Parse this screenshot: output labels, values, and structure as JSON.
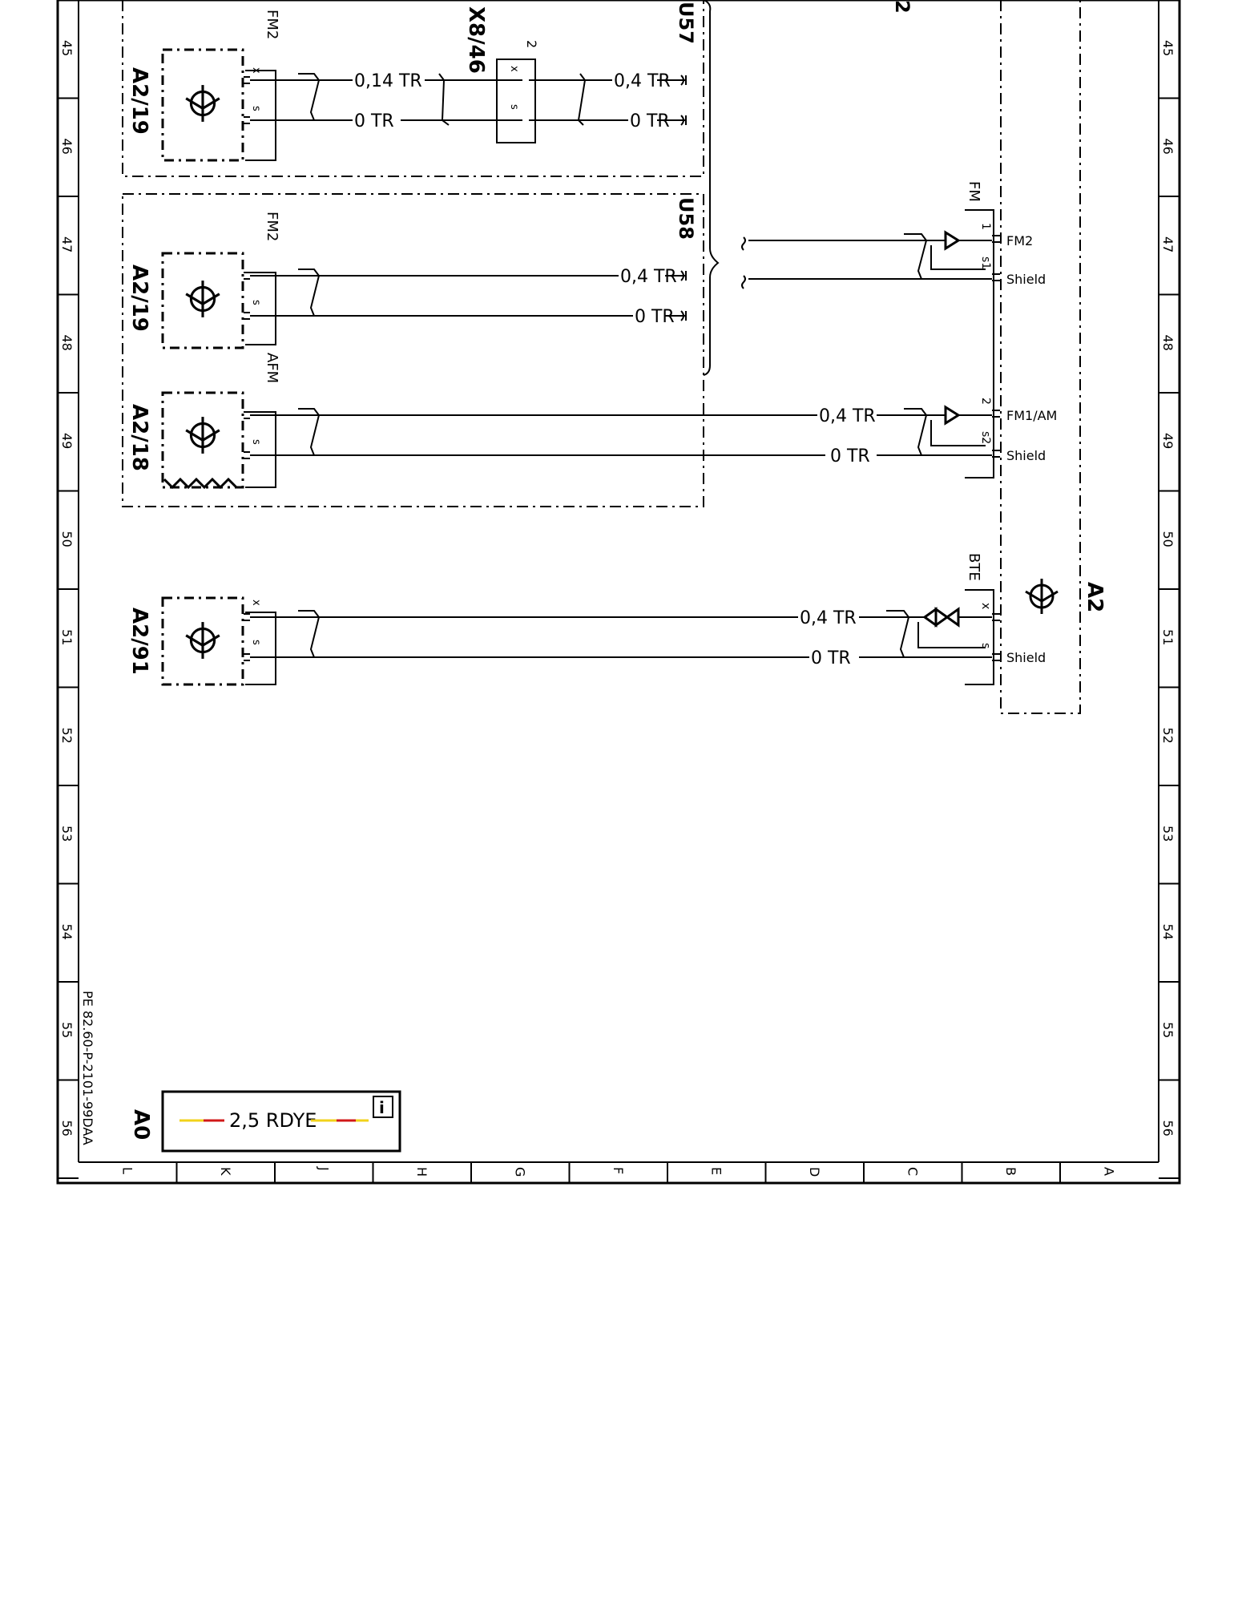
{
  "frame": {
    "row_numbers": [
      "45",
      "46",
      "47",
      "48",
      "49",
      "50",
      "51",
      "52",
      "53",
      "54",
      "55",
      "56"
    ],
    "column_letters": [
      "L",
      "K",
      "J",
      "H",
      "G",
      "F",
      "E",
      "D",
      "C",
      "B",
      "A"
    ],
    "document_id": "PE 82.60-P-2101-99DAA"
  },
  "units": {
    "u57": "U57",
    "u58": "U58",
    "top_fragment": "2"
  },
  "components": {
    "a2_19_top": {
      "label": "A2/19",
      "antenna_tag": "FM2",
      "pin_x": "x",
      "pin_s": "s"
    },
    "a2_19_mid": {
      "label": "A2/19",
      "antenna_tag": "FM2",
      "pin_x": "",
      "pin_s": "s"
    },
    "a2_18": {
      "label": "A2/18",
      "antenna_tag": "AFM",
      "pin_x": "",
      "pin_s": "s"
    },
    "a2_91": {
      "label": "A2/91",
      "pin_x": "x",
      "pin_s": "s"
    },
    "x8_46": {
      "label": "X8/46",
      "pin_no": "2",
      "pin_x": "x",
      "pin_s": "s"
    },
    "a2": {
      "label": "A2",
      "conn_fm": {
        "tag": "FM",
        "pin1": "1",
        "pin_s1": "s1",
        "label1": "FM2",
        "label_shield": "Shield"
      },
      "conn_fm1": {
        "pin2": "2",
        "pin_s2": "s2",
        "label2": "FM1/AM",
        "label_shield": "Shield"
      },
      "conn_bte": {
        "tag": "BTE",
        "pin_x": "x",
        "pin_s": "s",
        "label_shield": "Shield"
      }
    },
    "a0": {
      "label": "A0",
      "wire_label": "2,5 RDYE",
      "info_icon": "i"
    }
  },
  "wires": {
    "w1_sig": "0,14 TR",
    "w1_shd": "0 TR",
    "w1_out_sig": "0,4 TR",
    "w1_out_shd": "0 TR",
    "w2_sig": "0,4 TR",
    "w2_shd": "0 TR",
    "w3_sig": "0,4 TR",
    "w3_shd": "0 TR",
    "w4_sig": "0,4 TR",
    "w4_shd": "0 TR"
  },
  "colors": {
    "ink": "#000000",
    "wire_red": "#d01818",
    "wire_yellow": "#f2d21a",
    "background": "#ffffff"
  }
}
